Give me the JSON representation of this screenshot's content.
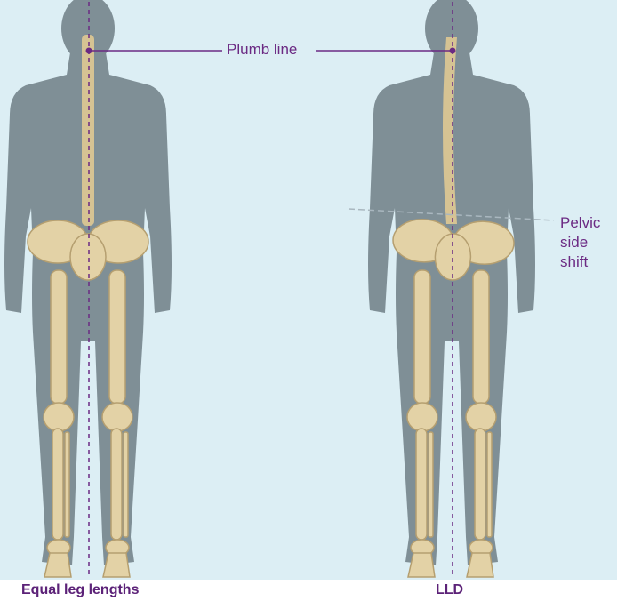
{
  "labels": {
    "plumb_line": "Plumb line",
    "pelvic_shift": [
      "Pelvic",
      "side",
      "shift"
    ]
  },
  "captions": {
    "left": "Equal leg lengths",
    "right": "LLD"
  },
  "colors": {
    "background": "#dceef4",
    "silhouette": "#7f8f96",
    "bone": "#e3d2a6",
    "bone_shadow": "#b59f70",
    "plumb_line": "#6b2a83",
    "caption": "#5c2278",
    "reference_line": "#a9b7bf"
  },
  "figures": [
    {
      "name": "left",
      "caption_key": "left",
      "pelvis_shift": 0
    },
    {
      "name": "right",
      "caption_key": "right",
      "pelvis_shift": 1
    }
  ]
}
